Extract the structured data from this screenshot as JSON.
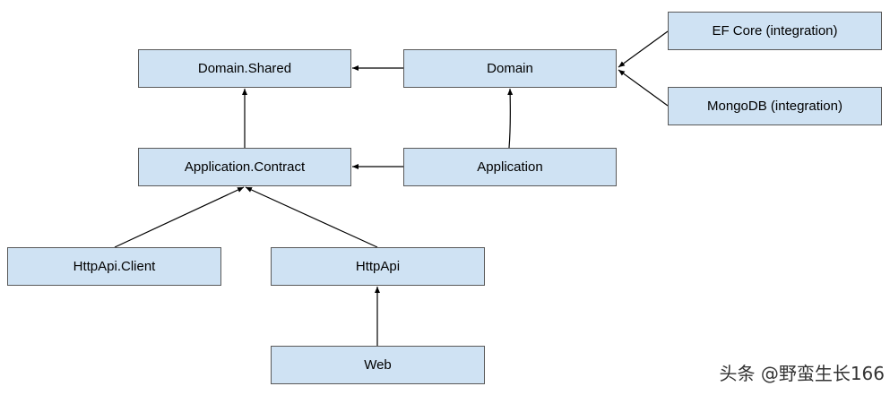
{
  "nodes": {
    "domain_shared": "Domain.Shared",
    "domain": "Domain",
    "ef_core": "EF Core (integration)",
    "mongodb": "MongoDB (integration)",
    "application_contract": "Application.Contract",
    "application": "Application",
    "httpapi_client": "HttpApi.Client",
    "httpapi": "HttpApi",
    "web": "Web"
  },
  "edges": [
    {
      "from": "domain",
      "to": "domain_shared"
    },
    {
      "from": "ef_core",
      "to": "domain"
    },
    {
      "from": "mongodb",
      "to": "domain"
    },
    {
      "from": "application_contract",
      "to": "domain_shared"
    },
    {
      "from": "application",
      "to": "domain"
    },
    {
      "from": "application",
      "to": "application_contract"
    },
    {
      "from": "httpapi_client",
      "to": "application_contract"
    },
    {
      "from": "httpapi",
      "to": "application_contract"
    },
    {
      "from": "web",
      "to": "httpapi"
    }
  ],
  "watermark": "头条 @野蛮生长166",
  "colors": {
    "node_fill": "#cfe2f3",
    "node_border": "#595959",
    "edge": "#000000"
  }
}
